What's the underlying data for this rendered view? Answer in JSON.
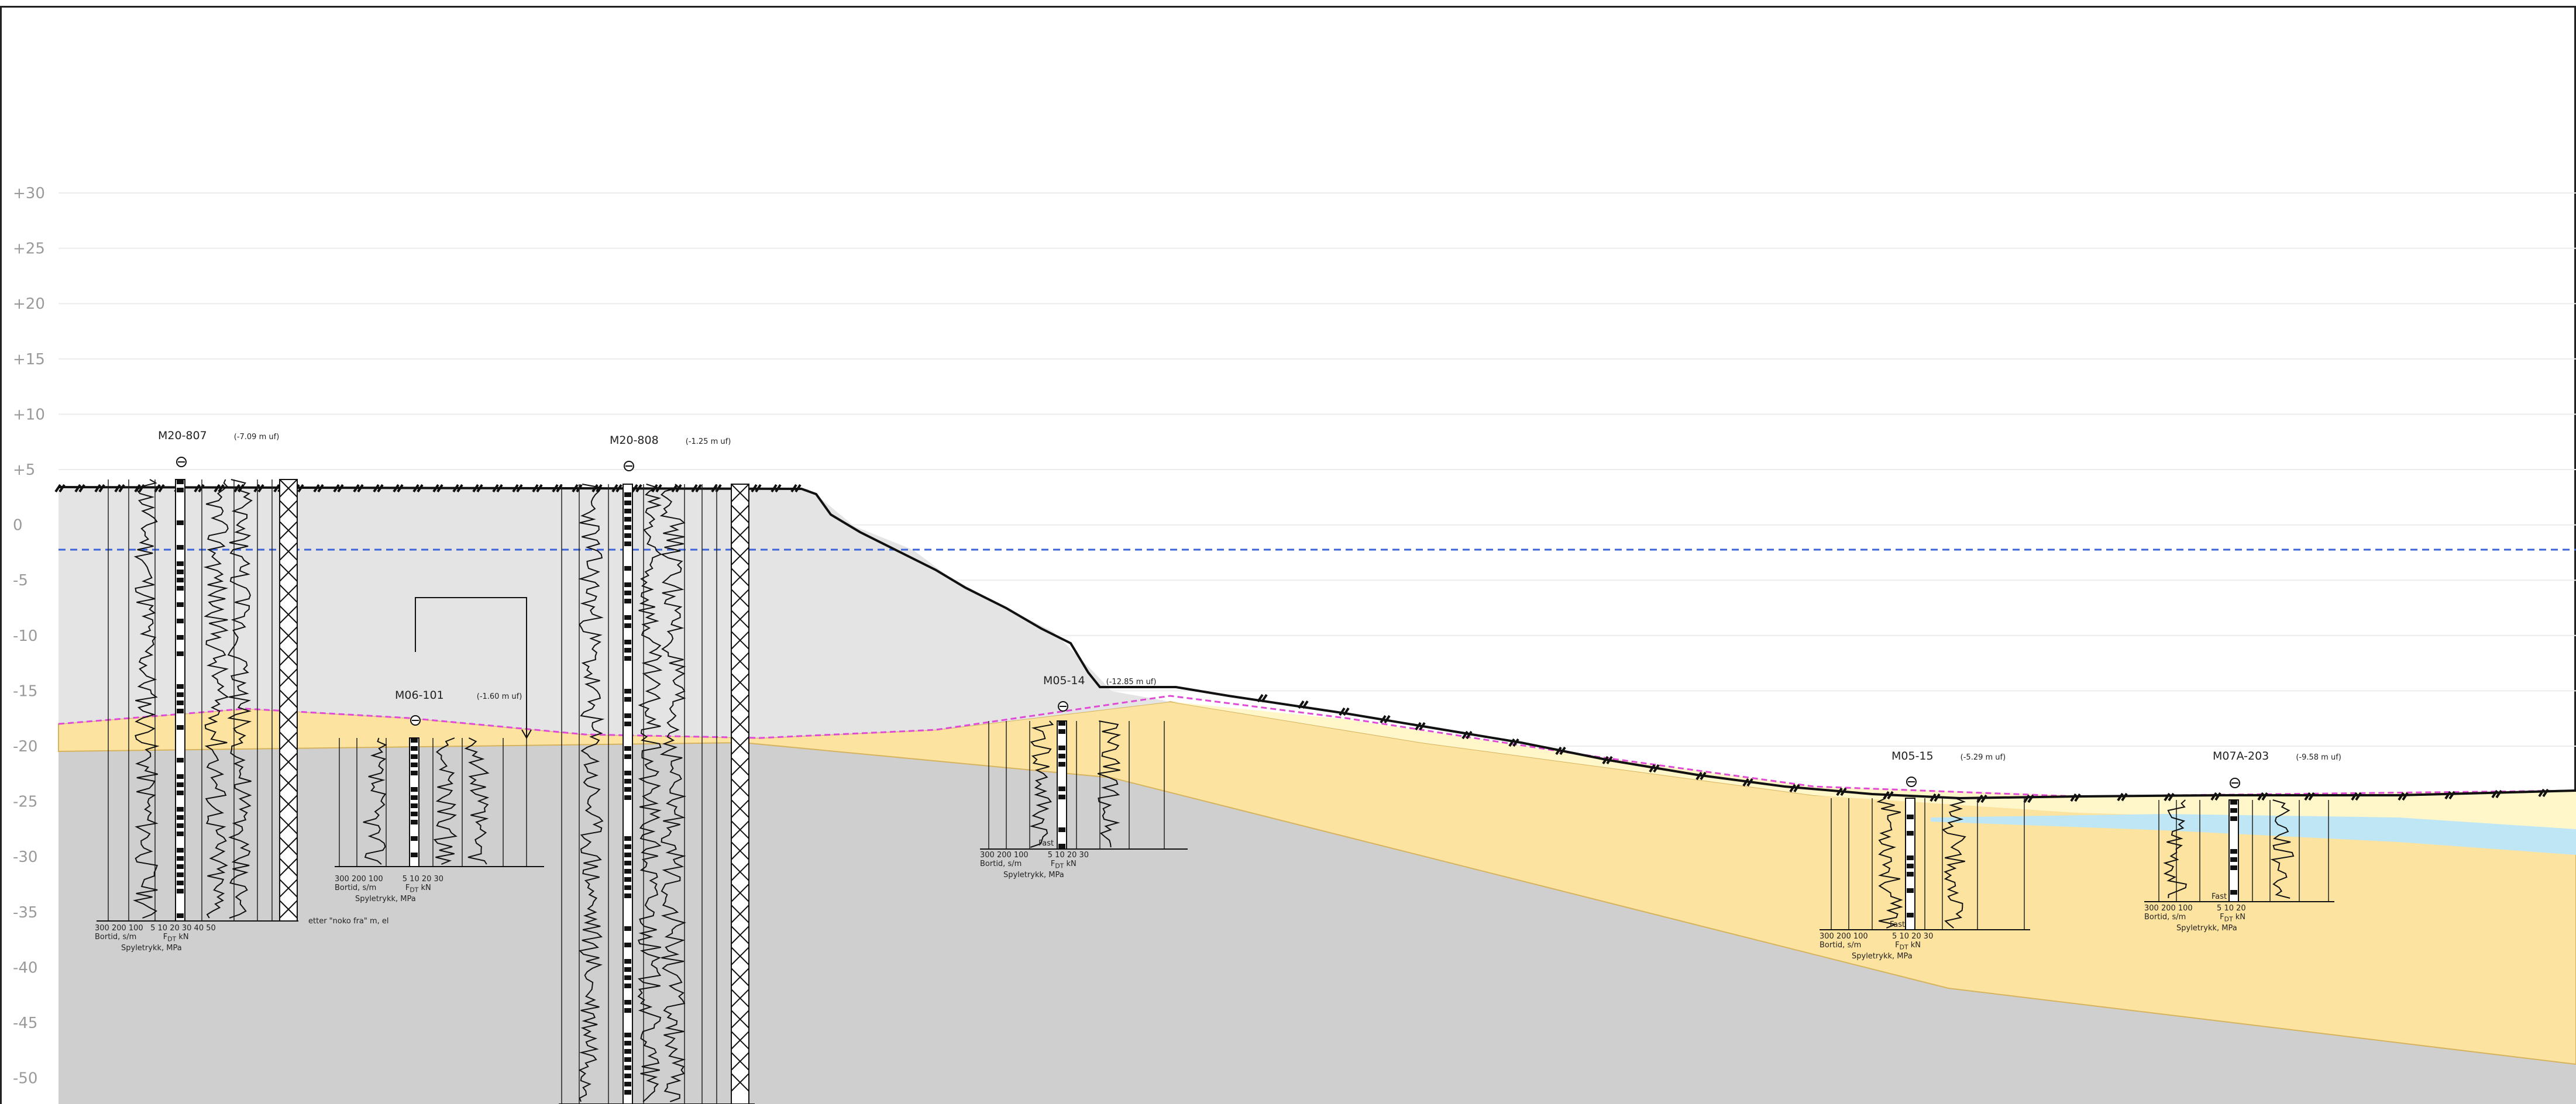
{
  "elevation_axis": [
    "+30",
    "+25",
    "+20",
    "+15",
    "+10",
    "+5",
    "0",
    "-5",
    "-10",
    "-15",
    "-20",
    "-25",
    "-30",
    "-35",
    "-40",
    "-45",
    "-50"
  ],
  "colors": {
    "lower_layer": "#cfcfcf",
    "upper_fill": "#e4e4e4",
    "sand_orange": "#fde3a0",
    "sand_light": "#fff7c9",
    "water_cyan": "#bfe6f4",
    "water_line": "#3d63d6",
    "seabed_magenta": "#e04bd6",
    "gridline": "#e6e6e6"
  },
  "boreholes": [
    {
      "id": "M20-807",
      "note": "(-7.09 m uf)",
      "scale_top": "300 200 100",
      "scale_pdt": "5 10 20 30 40 50",
      "lbl_bortid": "Bortid, s/m",
      "lbl_spyle": "Spyletrykk, MPa",
      "lbl_pdt": "F",
      "lbl_dt": "DT",
      "lbl_kn": "kN",
      "extra": "etter \"noko fra\" m, el"
    },
    {
      "id": "M20-808",
      "note": "(-1.25 m uf)",
      "scale_top": "",
      "scale_pdt": "",
      "lbl_bortid": "",
      "lbl_spyle": "",
      "lbl_pdt": "",
      "lbl_dt": "",
      "lbl_kn": "",
      "extra": ""
    },
    {
      "id": "M06-101",
      "note": "(-1.60 m uf)",
      "scale_top": "300 200 100",
      "scale_pdt": "5 10 20 30",
      "lbl_bortid": "Bortid, s/m",
      "lbl_spyle": "Spyletrykk, MPa",
      "lbl_pdt": "F",
      "lbl_dt": "DT",
      "lbl_kn": "kN",
      "extra": ""
    },
    {
      "id": "M05-14",
      "note": "(-12.85 m uf)",
      "scale_top": "300 200 100",
      "scale_pdt": "5 10 20 30",
      "lbl_bortid": "Bortid, s/m",
      "lbl_spyle": "Spyletrykk, MPa",
      "lbl_pdt": "F",
      "lbl_dt": "DT",
      "lbl_kn": "kN",
      "extra": "Fast"
    },
    {
      "id": "M05-15",
      "note": "(-5.29 m uf)",
      "scale_top": "300 200 100",
      "scale_pdt": "5 10 20 30",
      "lbl_bortid": "Bortid, s/m",
      "lbl_spyle": "Spyletrykk, MPa",
      "lbl_pdt": "F",
      "lbl_dt": "DT",
      "lbl_kn": "kN",
      "extra": "Fast"
    },
    {
      "id": "M07A-203",
      "note": "(-9.58 m uf)",
      "scale_top": "300 200 100",
      "scale_pdt": "5 10 20",
      "lbl_bortid": "Bortid, s/m",
      "lbl_spyle": "Spyletrykk, MPa",
      "lbl_pdt": "F",
      "lbl_dt": "DT",
      "lbl_kn": "kN",
      "extra": "Fast"
    }
  ]
}
